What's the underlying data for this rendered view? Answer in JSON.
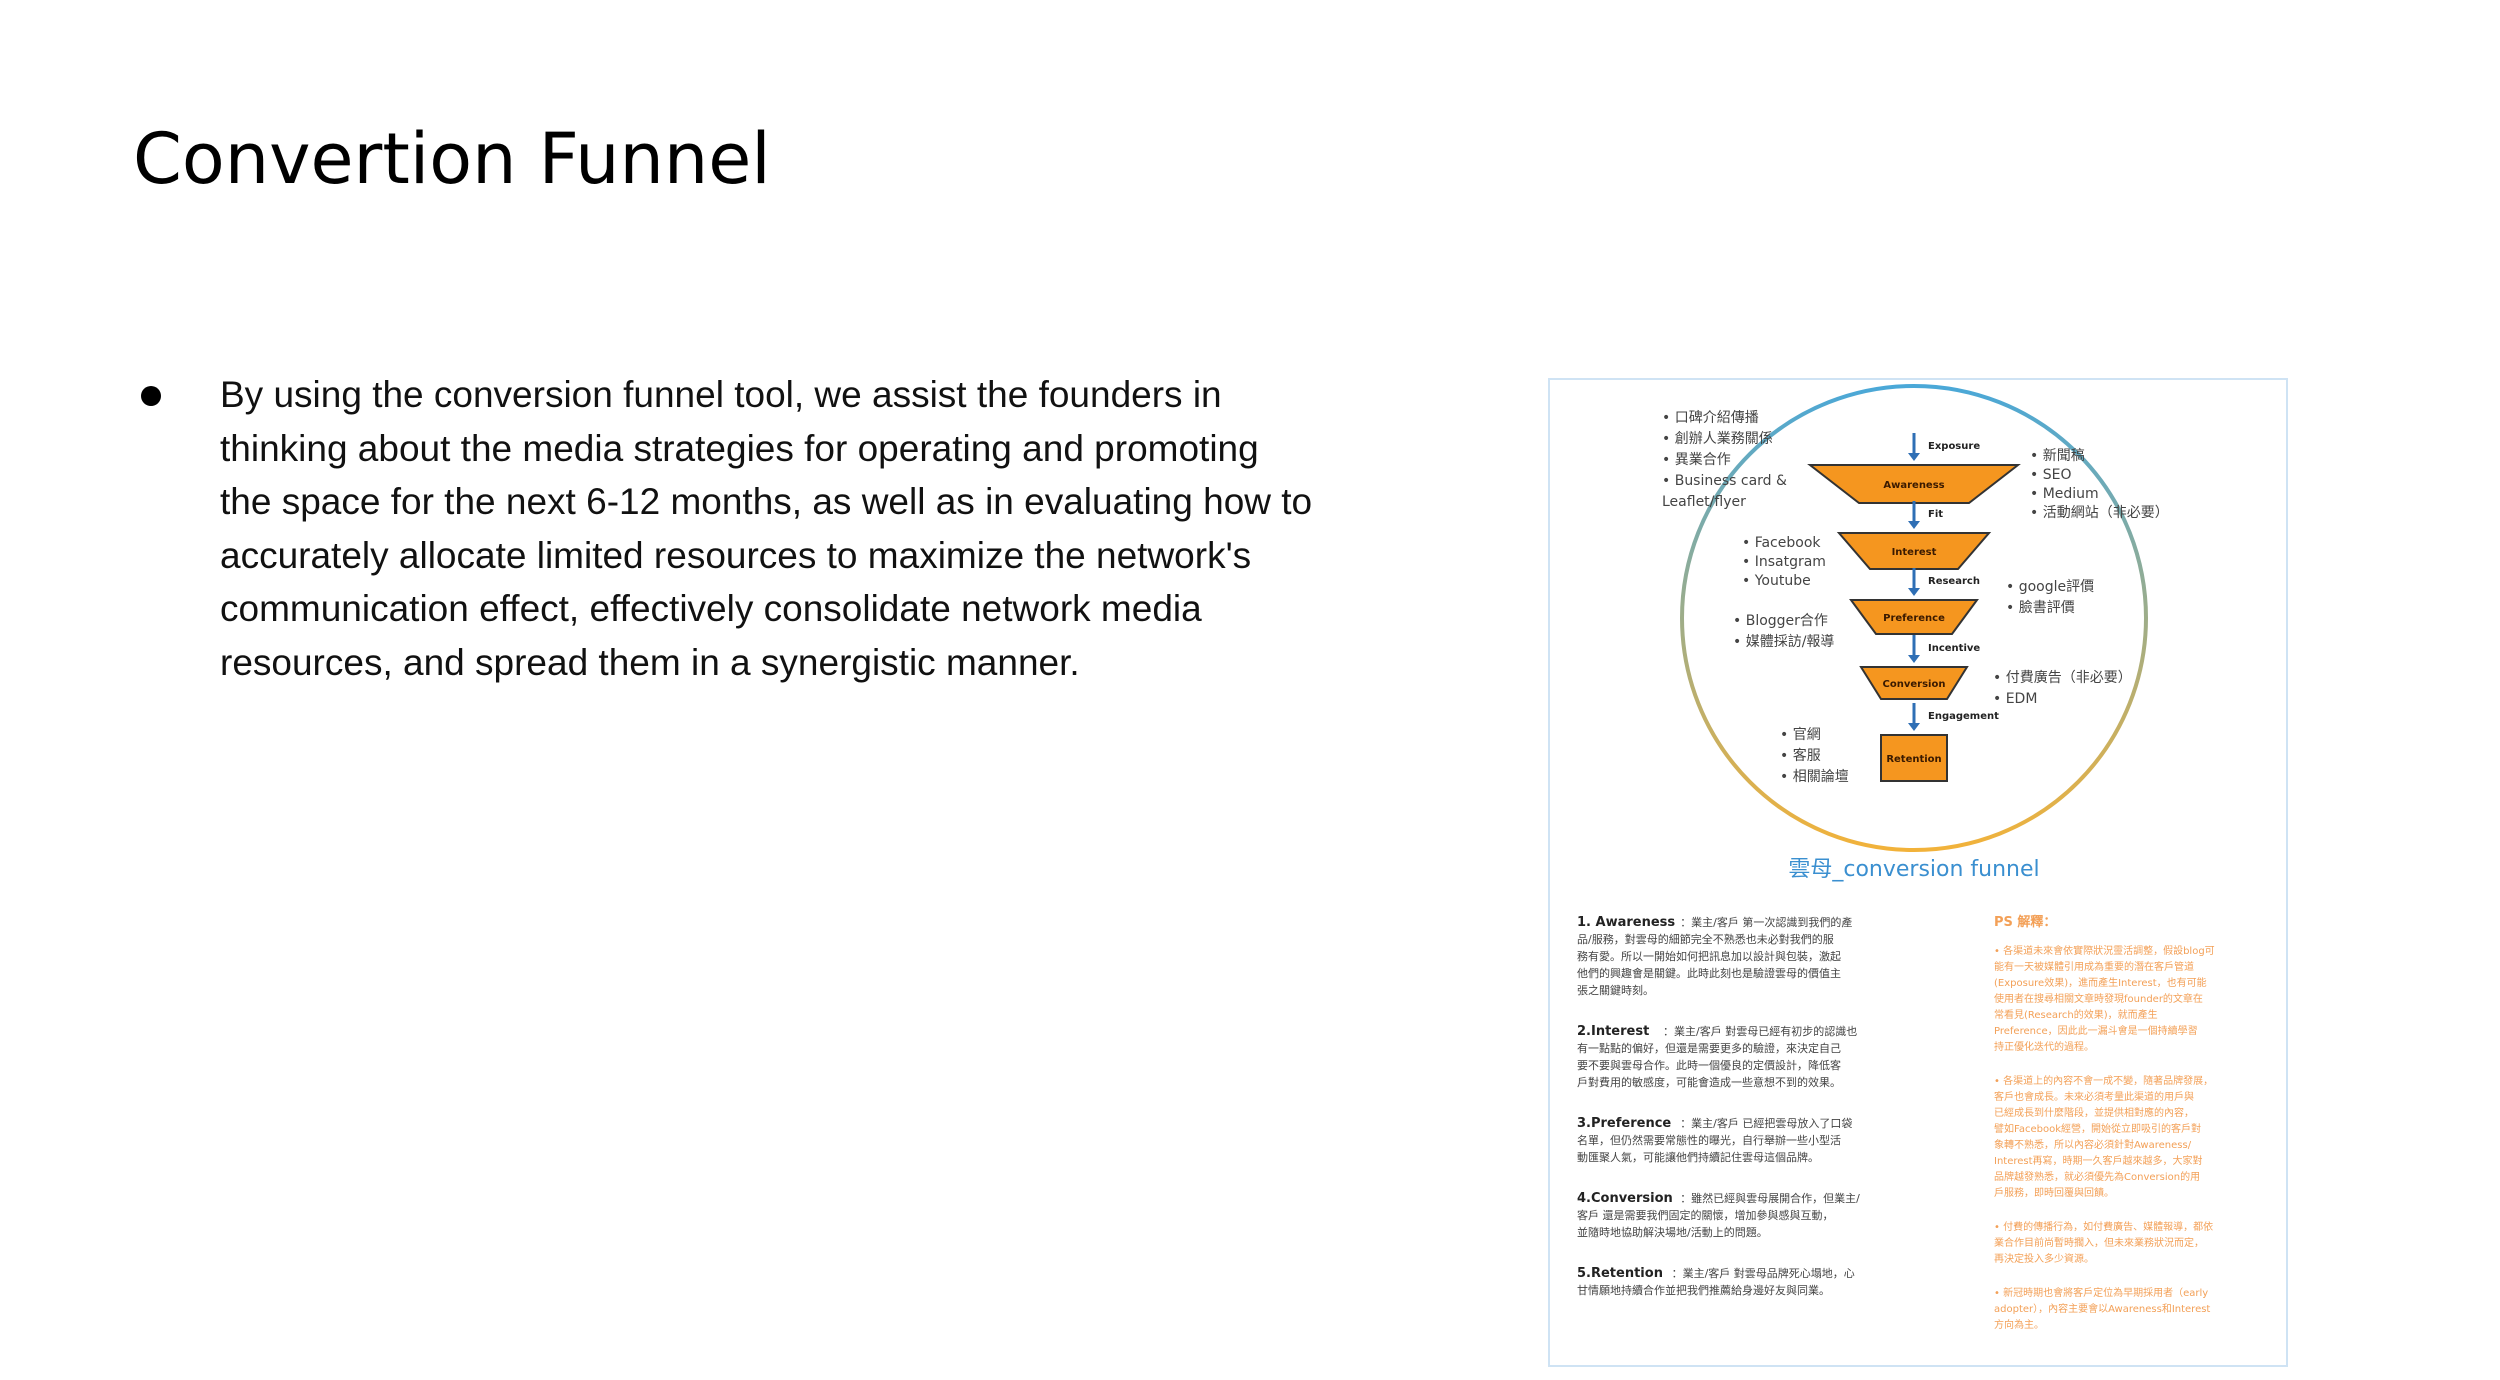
{
  "slide": {
    "title": "Convertion Funnel",
    "bullet": "By using the conversion funnel tool, we assist the founders in thinking about the media strategies for operating and promoting the space for the next 6-12 months, as well as in evaluating how to accurately allocate limited resources to maximize the network's communication effect, effectively consolidate network media resources, and spread them in a synergistic manner."
  },
  "colors": {
    "funnel_fill": "#f5961f",
    "funnel_stroke": "#333333",
    "arrow": "#2f6fb5",
    "circle_top": "#4aa8d8",
    "circle_bottom": "#f2b23a",
    "caption": "#3a8fd0",
    "ps": "#f3a057",
    "frame": "#cfe3f4"
  },
  "figure": {
    "caption": "雲母_conversion funnel",
    "stages": [
      {
        "label": "Awareness",
        "arrow": "Exposure"
      },
      {
        "label": "Interest",
        "arrow": "Fit"
      },
      {
        "label": "Preference",
        "arrow": "Research"
      },
      {
        "label": "Conversion",
        "arrow": "Incentive"
      },
      {
        "label": "Retention",
        "arrow": "Engagement"
      }
    ],
    "left_notes": {
      "awareness": [
        "口碑介紹傳播",
        "創辦人業務關係",
        "異業合作",
        "Business card &",
        "Leaflet/flyer"
      ],
      "interest": [
        "Facebook",
        "Insatgram",
        "Youtube"
      ],
      "preference": [
        "Blogger合作",
        "媒體採訪/報導"
      ],
      "retention": [
        "官網",
        "客服",
        "相關論壇"
      ]
    },
    "right_notes": {
      "awareness": [
        "新聞稿",
        "SEO",
        "Medium",
        "活動網站（非必要）"
      ],
      "research": [
        "google評價",
        "臉書評價"
      ],
      "conversion": [
        "付費廣告（非必要）",
        "EDM"
      ]
    },
    "sections": [
      {
        "head": "1. Awareness",
        "lines": [
          "：業主/客戶 第一次認識到我們的產",
          "品/服務，對雲母的細節完全不熟悉也未必對我們的服",
          "務有愛。所以一開始如何把訊息加以設計與包裝，激起",
          "他們的興趣會是關鍵。此時此刻也是驗證雲母的價值主",
          "張之關鍵時刻。"
        ]
      },
      {
        "head": "2.Interest",
        "lines": [
          "：業主/客戶 對雲母已經有初步的認識也",
          "有一點點的偏好，但還是需要更多的驗證，來決定自己",
          "要不要與雲母合作。此時一個優良的定價設計，降低客",
          "戶對費用的敏感度，可能會造成一些意想不到的效果。"
        ]
      },
      {
        "head": "3.Preference",
        "lines": [
          "：業主/客戶 已經把雲母放入了口袋",
          "名單，但仍然需要常態性的曝光，自行舉辦一些小型活",
          "動匯聚人氣，可能讓他們持續記住雲母這個品牌。"
        ]
      },
      {
        "head": "4.Conversion",
        "lines": [
          "：雖然已經與雲母展開合作，但業主/",
          "客戶 還是需要我們固定的關懷，增加參與感與互動，",
          "並隨時地協助解決場地/活動上的問題。"
        ]
      },
      {
        "head": "5.Retention",
        "lines": [
          "：業主/客戶 對雲母品牌死心塌地，心",
          "甘情願地持續合作並把我們推薦給身邊好友與同業。"
        ]
      }
    ],
    "ps": {
      "title": "PS 解釋：",
      "paragraphs": [
        [
          "各渠道未來會依實際狀況靈活調整，假設blog可",
          "能有一天被媒體引用成為重要的潛在客戶管道",
          "(Exposure效果)，進而產生Interest，也有可能",
          "使用者在搜尋相關文章時發現founder的文章在",
          "常看見(Research的效果)，就而產生",
          "Preference，因此此一漏斗會是一個持續學習",
          "持正優化迭代的過程。"
        ],
        [
          "各渠道上的內容不會一成不變，隨著品牌發展，",
          "客戶也會成長。未來必須考量此渠道的用戶與",
          "已經成長到什麼階段，並提供相對應的內容，",
          "譬如Facebook經營，開始從立即吸引的客戶對",
          "象轉不熟悉，所以內容必須針對Awareness/",
          "Interest再寫，時期一久客戶越來越多，大家對",
          "品牌越發熟悉，就必須優先為Conversion的用",
          "戶服務，即時回覆與回饋。"
        ],
        [
          "付費的傳播行為，如付費廣告、媒體報導，都依",
          "業合作目前尚暫時擱入，但未來業務狀況而定，",
          "再決定投入多少資源。"
        ],
        [
          "新冠時期也會將客戶定位為早期採用者（early",
          "adopter），內容主要會以Awareness和Interest",
          "方向為主。"
        ]
      ]
    }
  }
}
